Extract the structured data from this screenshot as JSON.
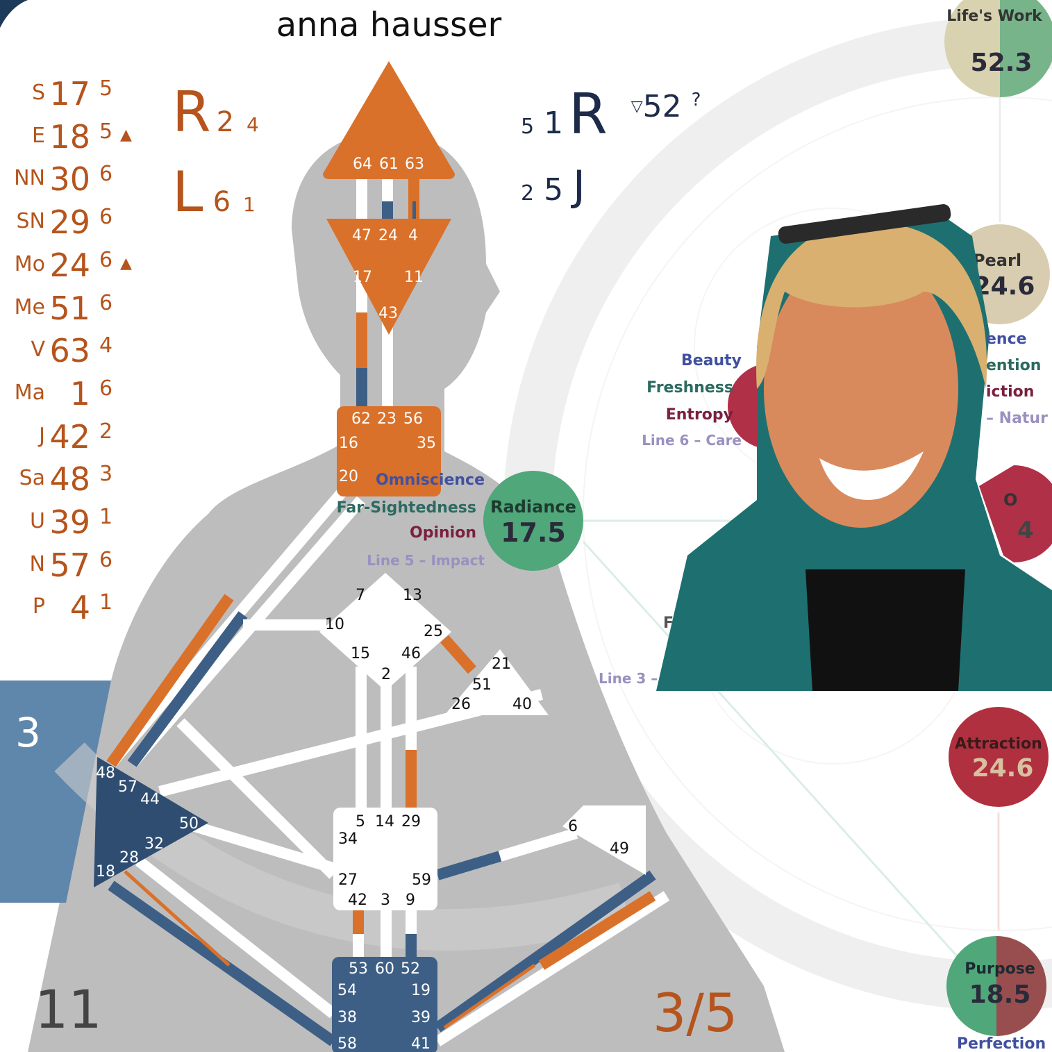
{
  "title": "anna hausser",
  "colors": {
    "orange": "#d9712a",
    "planet_text": "#b5541c",
    "navy": "#3e5f85",
    "design_text": "#1d2a4a",
    "body_gray": "#bdbdbd"
  },
  "personality": [
    {
      "planet": "S",
      "gate": "17",
      "line": "5",
      "mark": ""
    },
    {
      "planet": "E",
      "gate": "18",
      "line": "5",
      "mark": "▲"
    },
    {
      "planet": "NN",
      "gate": "30",
      "line": "6",
      "mark": ""
    },
    {
      "planet": "SN",
      "gate": "29",
      "line": "6",
      "mark": ""
    },
    {
      "planet": "Mo",
      "gate": "24",
      "line": "6",
      "mark": "▲"
    },
    {
      "planet": "Me",
      "gate": "51",
      "line": "6",
      "mark": ""
    },
    {
      "planet": "V",
      "gate": "63",
      "line": "4",
      "mark": ""
    },
    {
      "planet": "Ma",
      "gate": "1",
      "line": "6",
      "mark": ""
    },
    {
      "planet": "J",
      "gate": "42",
      "line": "2",
      "mark": ""
    },
    {
      "planet": "Sa",
      "gate": "48",
      "line": "3",
      "mark": ""
    },
    {
      "planet": "U",
      "gate": "39",
      "line": "1",
      "mark": ""
    },
    {
      "planet": "N",
      "gate": "57",
      "line": "6",
      "mark": ""
    },
    {
      "planet": "P",
      "gate": "4",
      "line": "1",
      "mark": ""
    }
  ],
  "variables_left": {
    "r_letter": "R",
    "r_a": "2",
    "r_b": "4",
    "l_letter": "L",
    "l_a": "6",
    "l_b": "1"
  },
  "variables_right": {
    "r_small": "5",
    "r_num": "1",
    "r_letter": "R",
    "tri": "▽",
    "gate": "52",
    "line": "?",
    "j_small": "2",
    "j_num": "5",
    "j_letter": "J"
  },
  "corner": {
    "blue_number": "3",
    "bottom_left": "11",
    "profile": "3/5"
  },
  "centers": {
    "head": [
      "64",
      "61",
      "63"
    ],
    "ajna": [
      "47",
      "24",
      "4",
      "17",
      "11",
      "43"
    ],
    "throat": [
      "62",
      "23",
      "56",
      "16",
      "35",
      "20"
    ],
    "g": [
      "7",
      "13",
      "10",
      "25",
      "15",
      "46",
      "2"
    ],
    "heart": [
      "21",
      "51",
      "26",
      "40"
    ],
    "sacral": [
      "5",
      "14",
      "29",
      "34",
      "27",
      "59",
      "42",
      "3",
      "9"
    ],
    "root": [
      "53",
      "60",
      "52",
      "54",
      "19",
      "38",
      "39",
      "58",
      "41"
    ],
    "spleen": [
      "48",
      "57",
      "44",
      "50",
      "32",
      "28",
      "18"
    ],
    "solar": [
      "6",
      "49"
    ]
  },
  "gene_keys": {
    "radiance": {
      "title": "Radiance",
      "value": "17.5",
      "siddhi": "Omniscience",
      "gift": "Far-Sightedness",
      "shadow": "Opinion",
      "line": "Line 5 – Impact"
    },
    "lifes_work": {
      "title": "Life's Work",
      "value": "52.3"
    },
    "pearl": {
      "title": "Pearl",
      "value": "24.6",
      "partial": [
        "ence",
        "ention",
        "iction",
        "– Natur"
      ]
    },
    "left_sphere": {
      "siddhi": "Beauty",
      "gift": "Freshness",
      "shadow": "Entropy",
      "line": "Line 6 – Care"
    },
    "attraction": {
      "title": "Attraction",
      "value": "24.6"
    },
    "purpose": {
      "title": "Purpose",
      "value": "18.5",
      "siddhi": "Perfection"
    },
    "partial_sphere": {
      "title": "O",
      "value": "4"
    },
    "line3": "Line 3 –",
    "fragment": "F"
  }
}
